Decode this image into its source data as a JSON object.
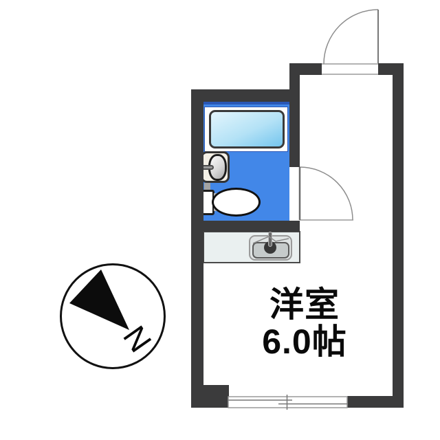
{
  "floorplan": {
    "room": {
      "label": "洋室",
      "size": "6.0帖"
    },
    "compass": {
      "label": "N"
    },
    "colors": {
      "wall": "#3b3b3c",
      "bathroom_floor": "#4287e8",
      "bathroom_frame": "#2a57b6",
      "bathtub_gradient_start": "#e3f5fc",
      "bathtub_gradient_end": "#74c5ee",
      "counter_fill": "#eaf0f0",
      "line_gray": "#8d8d8d"
    },
    "icons": [
      "bathtub-icon",
      "washbasin-icon",
      "toilet-icon",
      "kitchen-sink-icon",
      "entry-door-swing-icon",
      "bathroom-door-swing-icon",
      "sliding-window-icon",
      "north-arrow-icon"
    ]
  }
}
